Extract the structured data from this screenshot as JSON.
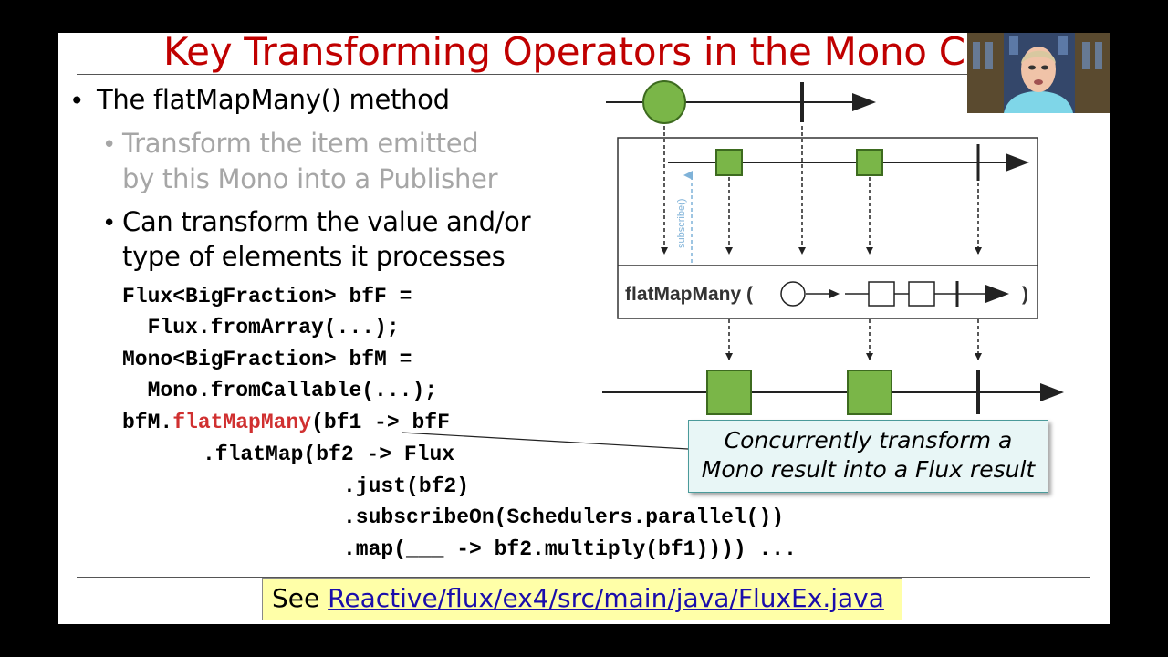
{
  "title": "Key Transforming Operators in the Mono Cla",
  "bullets": {
    "main": "The flatMapMany() method",
    "sub1_line1": "Transform the item emitted",
    "sub1_line2": "by this Mono into a Publisher",
    "sub2_line1": "Can transform the value and/or",
    "sub2_line2": "type of elements it processes",
    "dot": "•"
  },
  "code": {
    "l1": "Flux<BigFraction> bfF =",
    "l2": "  Flux.fromArray(...);",
    "l3": "Mono<BigFraction> bfM =",
    "l4": "  Mono.fromCallable(...);",
    "l5a": "bfM.",
    "l5b": "flatMapMany",
    "l5c": "(bf1 -> bfF",
    "l6": ".flatMap(bf2 -> Flux",
    "l7": ".just(bf2)",
    "l8": ".subscribeOn(Schedulers.parallel())",
    "l9": ".map(___ -> bf2.multiply(bf1)))) ..."
  },
  "diagram": {
    "operator_label": "flatMapMany (",
    "close_paren": ")",
    "subscribe_label": "subscribe()",
    "colors": {
      "green": "#7ab648",
      "green_border": "#3d6b1f",
      "subscribe_arrow": "#7fb2d8"
    }
  },
  "callout": {
    "line1": "Concurrently transform a",
    "line2": "Mono result into a Flux result"
  },
  "see": {
    "prefix": "See ",
    "link": "Reactive/flux/ex4/src/main/java/FluxEx.java"
  }
}
